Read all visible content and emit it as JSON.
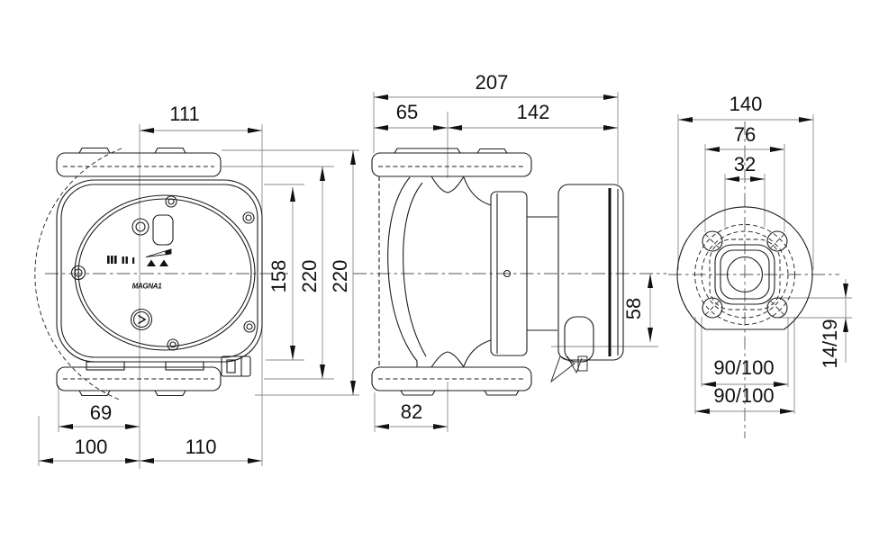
{
  "drawing": {
    "type": "pump-dimensional-drawing",
    "brand_label": "MAGNA1",
    "colors": {
      "line": "#1c1c1c",
      "dimension_line": "#8a8a8a",
      "text": "#111111",
      "background": "#ffffff"
    },
    "front_view": {
      "dim_top_width": "111",
      "dim_height_box": "158",
      "dim_height_port": "220",
      "dim_height_overall": "220",
      "dim_base_box": "69",
      "dim_base_left": "100",
      "dim_base_right": "110"
    },
    "side_view": {
      "dim_length_overall": "207",
      "dim_length_front": "65",
      "dim_length_rear": "142",
      "dim_base_foot": "82",
      "dim_box_below_center": "58"
    },
    "flange_view": {
      "dim_width_overall": "140",
      "dim_hub_width": "76",
      "dim_port_bore": "32",
      "dim_bolt_circle_inner": "90/100",
      "dim_bolt_circle_outer": "90/100",
      "dim_bolt_holes": "14/19"
    }
  }
}
